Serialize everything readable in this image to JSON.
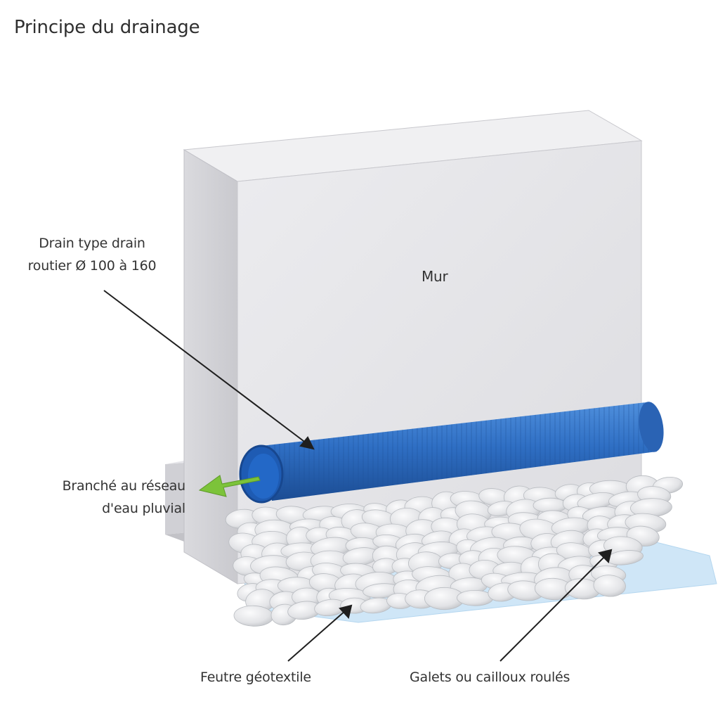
{
  "title": "Principe du drainage",
  "labels": {
    "wall": "Mur",
    "drain_line1": "Drain type drain",
    "drain_line2": "routier Ø 100 à 160",
    "branch_line1": "Branché au réseau",
    "branch_line2": "d'eau pluvial",
    "felt": "Feutre géotextile",
    "pebbles": "Galets ou cailloux roulés"
  },
  "colors": {
    "wall_front": "#e6e6e9",
    "wall_top": "#f1f1f3",
    "wall_side": "#d4d4d8",
    "pipe": "#2f6fc4",
    "pipe_dark": "#1c4f9a",
    "geotextile": "#c5e2f6",
    "pebble": "#e4e5e8",
    "arrow_flow": "#7cc33a"
  }
}
